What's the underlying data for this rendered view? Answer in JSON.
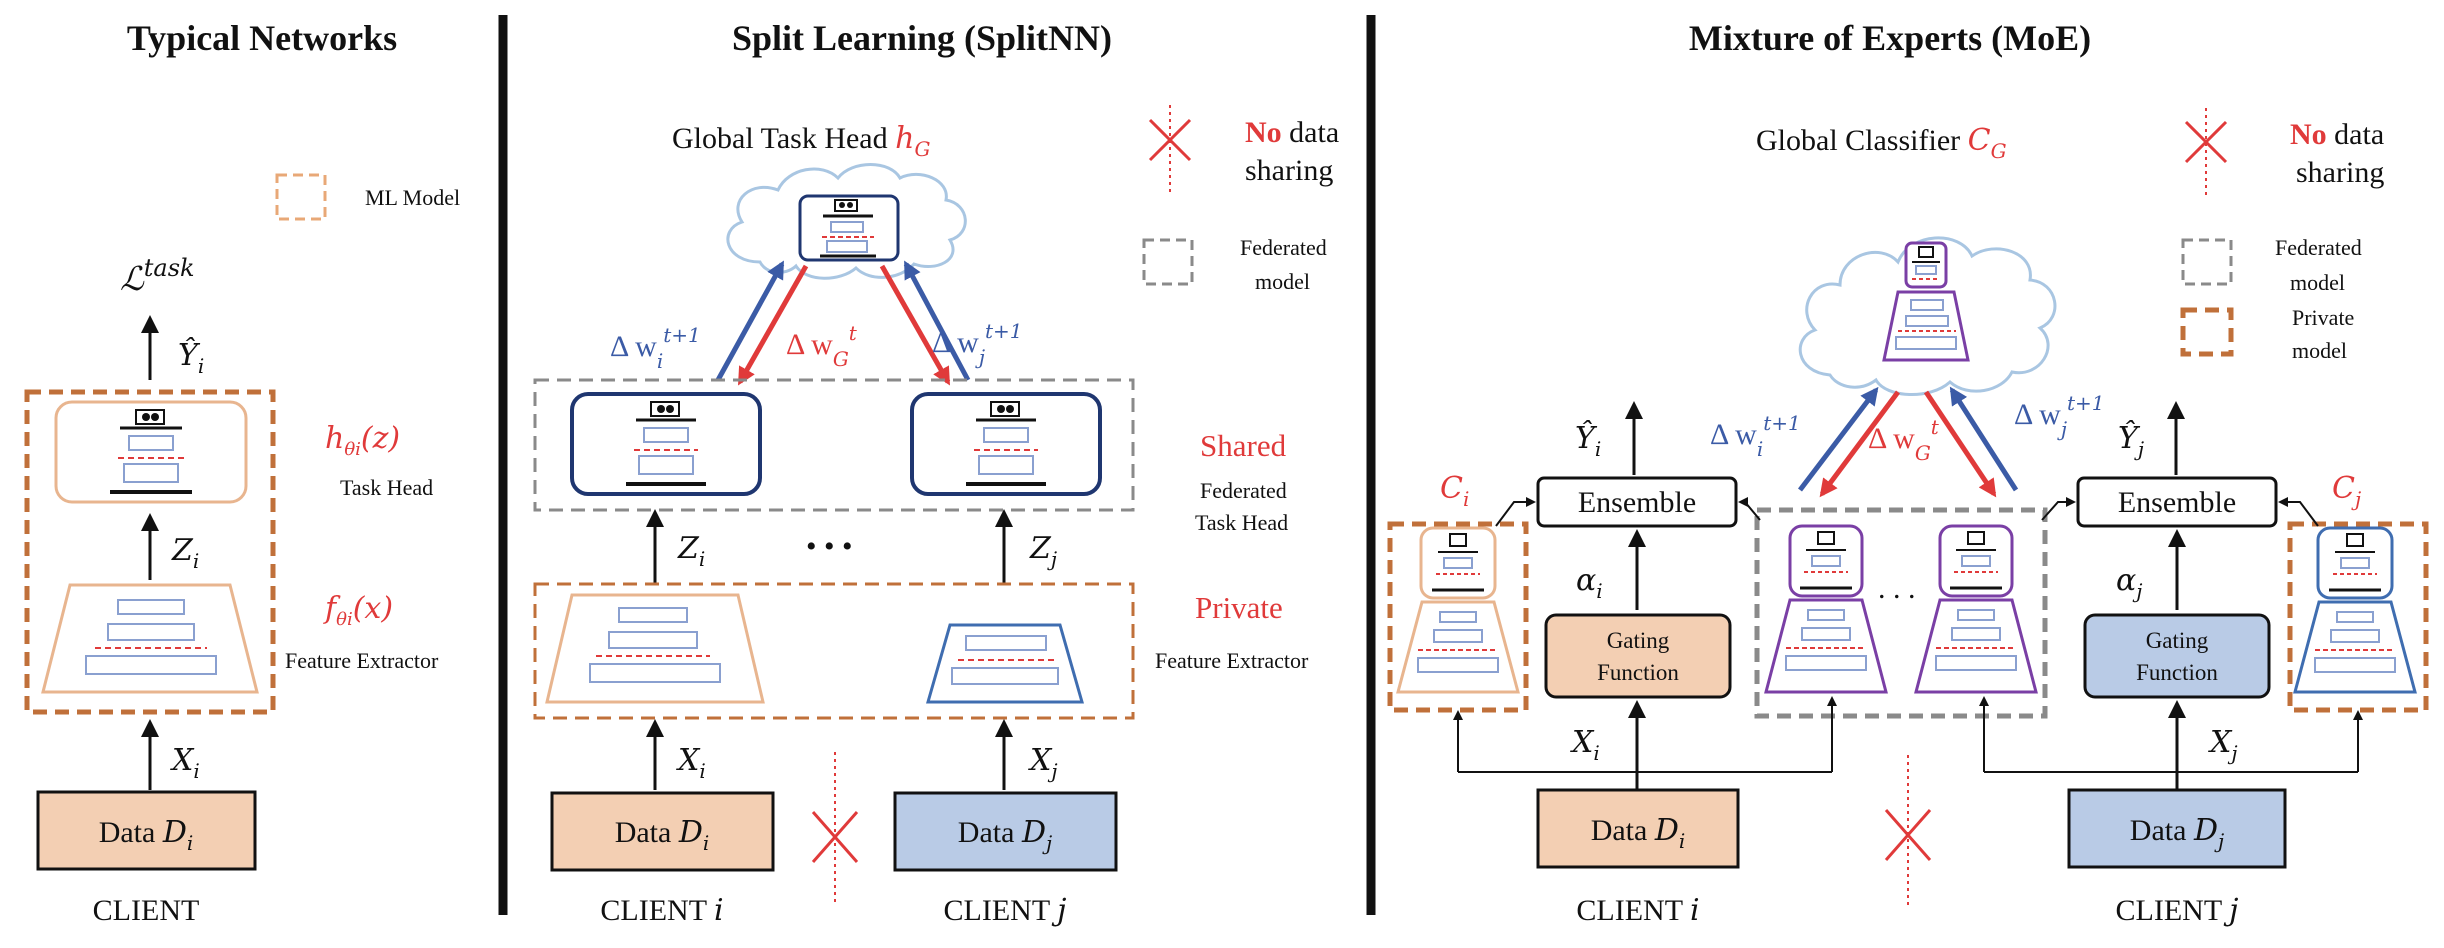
{
  "sections": {
    "typical": {
      "title": "Typical Networks",
      "legend_ml": "ML Model",
      "loss": "ℒ",
      "loss_sup": "task",
      "yhat": "Ŷ",
      "yhat_sub": "i",
      "head_math": "h",
      "head_math_sub": "θi",
      "head_math_arg": "(z)",
      "head_label": "Task Head",
      "z": "Z",
      "z_sub": "i",
      "fe_math": "f",
      "fe_math_sub": "θi",
      "fe_math_arg": "(x)",
      "fe_label": "Feature Extractor",
      "x": "X",
      "x_sub": "i",
      "data_label": "Data ",
      "data_math": "D",
      "data_sub": "i",
      "client": "CLIENT"
    },
    "split": {
      "title": "Split Learning (SplitNN)",
      "global_head": "Global Task Head ",
      "global_head_math": "h",
      "global_head_sub": "G",
      "no": "No",
      "no_rest": " data",
      "sharing": "sharing",
      "fed_l1": "Federated",
      "fed_l2": "model",
      "dw_i": "Δ w",
      "dw_i_sub": "i",
      "dw_i_sup": "t+1",
      "dw_g": "Δ w",
      "dw_g_sub": "G",
      "dw_g_sup": "t",
      "dw_j": "Δ w",
      "dw_j_sub": "j",
      "dw_j_sup": "t+1",
      "shared": "Shared",
      "fed_head_l1": "Federated",
      "fed_head_l2": "Task Head",
      "private": "Private",
      "fe_label": "Feature Extractor",
      "zi": "Z",
      "zi_sub": "i",
      "zj": "Z",
      "zj_sub": "j",
      "dots": "• • •",
      "xi": "X",
      "xi_sub": "i",
      "xj": "X",
      "xj_sub": "j",
      "data_i": "Data ",
      "data_i_math": "D",
      "data_i_sub": "i",
      "data_j": "Data ",
      "data_j_math": "D",
      "data_j_sub": "j",
      "client_i": "CLIENT ",
      "client_i_m": "i",
      "client_j": "CLIENT ",
      "client_j_m": "j"
    },
    "moe": {
      "title": "Mixture of Experts (MoE)",
      "global_cls": "Global Classifier ",
      "global_cls_math": "C",
      "global_cls_sub": "G",
      "no": "No",
      "no_rest": " data",
      "sharing": "sharing",
      "fed_l1": "Federated",
      "fed_l2": "model",
      "priv_l1": "Private",
      "priv_l2": "model",
      "ensemble": "Ensemble",
      "yi": "Ŷ",
      "yi_sub": "i",
      "yj": "Ŷ",
      "yj_sub": "j",
      "ci": "C",
      "ci_sub": "i",
      "cj": "C",
      "cj_sub": "j",
      "alpha_i": "α",
      "alpha_i_sub": "i",
      "alpha_j": "α",
      "alpha_j_sub": "j",
      "gating_l1": "Gating",
      "gating_l2": "Function",
      "dots": ". . .",
      "dw_i": "Δ w",
      "dw_i_sub": "i",
      "dw_i_sup": "t+1",
      "dw_g": "Δ w",
      "dw_g_sub": "G",
      "dw_g_sup": "t",
      "dw_j": "Δ w",
      "dw_j_sub": "j",
      "dw_j_sup": "t+1",
      "xi": "X",
      "xi_sub": "i",
      "xj": "X",
      "xj_sub": "j",
      "data_i": "Data ",
      "data_i_math": "D",
      "data_i_sub": "i",
      "data_j": "Data ",
      "data_j_math": "D",
      "data_j_sub": "j",
      "client_i": "CLIENT ",
      "client_i_m": "i",
      "client_j": "CLIENT ",
      "client_j_m": "j"
    }
  },
  "colors": {
    "orange_fill": "#f3cfb3",
    "orange_stroke": "#e8b58f",
    "brown_dash": "#c0703a",
    "navy": "#1f3670",
    "blue_fill": "#b9cbe6",
    "purple": "#7a3fa5",
    "red": "#e03a3a",
    "blue_text": "#3b5ba6",
    "cloud": "#a9c6e2",
    "gray_dash": "#8a8a8a"
  }
}
